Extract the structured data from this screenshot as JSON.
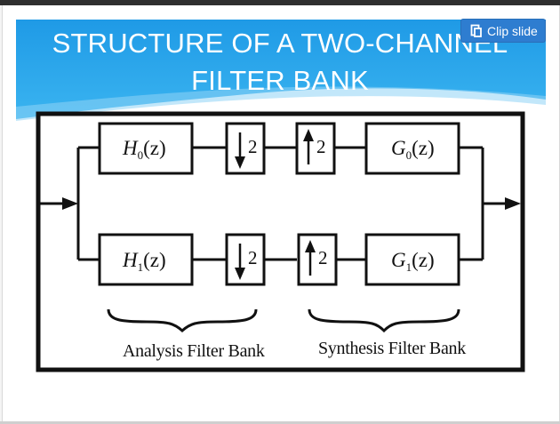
{
  "slide": {
    "title_line1": "STRUCTURE OF A TWO-CHANNEL",
    "title_line2": "FILTER BANK"
  },
  "toolbar": {
    "clip_label": "Clip slide",
    "clip_icon": "clip-icon"
  },
  "diagram": {
    "h0": {
      "fn": "H",
      "sub": "0",
      "arg": "(z)"
    },
    "h1": {
      "fn": "H",
      "sub": "1",
      "arg": "(z)"
    },
    "g0": {
      "fn": "G",
      "sub": "0",
      "arg": "(z)"
    },
    "g1": {
      "fn": "G",
      "sub": "1",
      "arg": "(z)"
    },
    "down_factor_top": "2",
    "down_factor_bottom": "2",
    "up_factor_top": "2",
    "up_factor_bottom": "2",
    "analysis_label": "Analysis Filter Bank",
    "synthesis_label": "Synthesis Filter Bank"
  },
  "colors": {
    "banner": "#29a3ea",
    "button": "#2e7dd0",
    "ink": "#111111"
  }
}
